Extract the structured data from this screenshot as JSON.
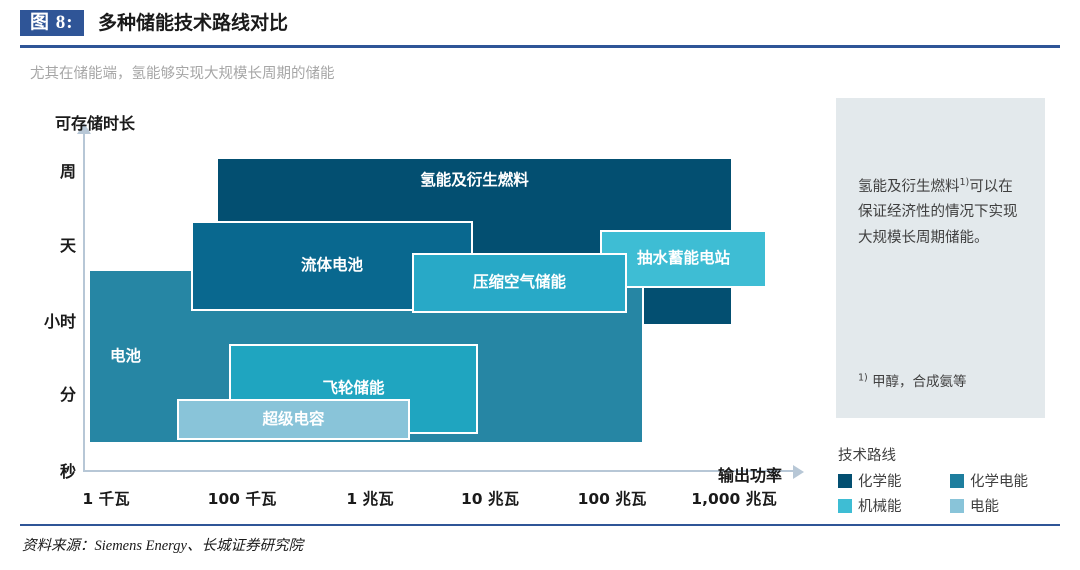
{
  "header": {
    "figure_tag": "图 8:",
    "title": "多种储能技术路线对比",
    "subtitle": "尤其在储能端，氢能够实现大规模长周期的储能"
  },
  "footer": {
    "source": "资料来源：Siemens Energy、长城证券研究院"
  },
  "side_panel": {
    "body_pre": "氢能及衍生燃料",
    "body_sup": "1)",
    "body_post": "可以在保证经济性的情况下实现大规模长周期储能。",
    "note_sup": "1)",
    "note": "甲醇，合成氨等"
  },
  "legend": {
    "title": "技术路线",
    "items": [
      {
        "label": "化学能",
        "color": "#034f71"
      },
      {
        "label": "化学电能",
        "color": "#1e7e9e"
      },
      {
        "label": "机械能",
        "color": "#3ebdd4"
      },
      {
        "label": "电能",
        "color": "#89c4d9"
      }
    ]
  },
  "chart_data": {
    "type": "bar",
    "title": "多种储能技术路线对比",
    "subtitle": "尤其在储能端，氢能够实现大规模长周期的储能",
    "xlabel": "输出功率",
    "ylabel": "可存储时长",
    "x_ticks": [
      "1 千瓦",
      "100 千瓦",
      "1 兆瓦",
      "10 兆瓦",
      "100 兆瓦",
      "1,000 兆瓦"
    ],
    "y_ticks": [
      "周",
      "天",
      "小时",
      "分",
      "秒"
    ],
    "grid": false,
    "legend_position": "bottom-right",
    "note": "Each item is a rectangular region spanning a power range (x) and a storage-duration range (y).",
    "series": [
      {
        "name": "氢能及衍生燃料",
        "category": "化学能",
        "color": "#034f71",
        "power_range": [
          "100 千瓦",
          "1,000 兆瓦"
        ],
        "duration_range": [
          "小时",
          "周"
        ]
      },
      {
        "name": "流体电池",
        "category": "化学电能",
        "color": "#09688f",
        "power_range": [
          "100 千瓦",
          "10 兆瓦"
        ],
        "duration_range": [
          "小时",
          "天"
        ]
      },
      {
        "name": "电池",
        "category": "化学电能",
        "color": "#2686a4",
        "power_range": [
          "1 千瓦",
          "100 兆瓦"
        ],
        "duration_range": [
          "秒",
          "天"
        ]
      },
      {
        "name": "压缩空气储能",
        "category": "机械能",
        "color": "#28a9c7",
        "power_range": [
          "10 兆瓦",
          "100 兆瓦"
        ],
        "duration_range": [
          "小时",
          "天"
        ]
      },
      {
        "name": "抽水蓄能电站",
        "category": "机械能",
        "color": "#3ebdd4",
        "power_range": [
          "100 兆瓦",
          "1,000 兆瓦"
        ],
        "duration_range": [
          "小时",
          "天"
        ]
      },
      {
        "name": "飞轮储能",
        "category": "机械能",
        "color": "#1fa5c0",
        "power_range": [
          "100 千瓦",
          "10 兆瓦"
        ],
        "duration_range": [
          "秒",
          "分"
        ]
      },
      {
        "name": "超级电容",
        "category": "电能",
        "color": "#89c4d9",
        "power_range": [
          "100 千瓦",
          "1 兆瓦"
        ],
        "duration_range": [
          "秒",
          "分"
        ]
      }
    ]
  }
}
